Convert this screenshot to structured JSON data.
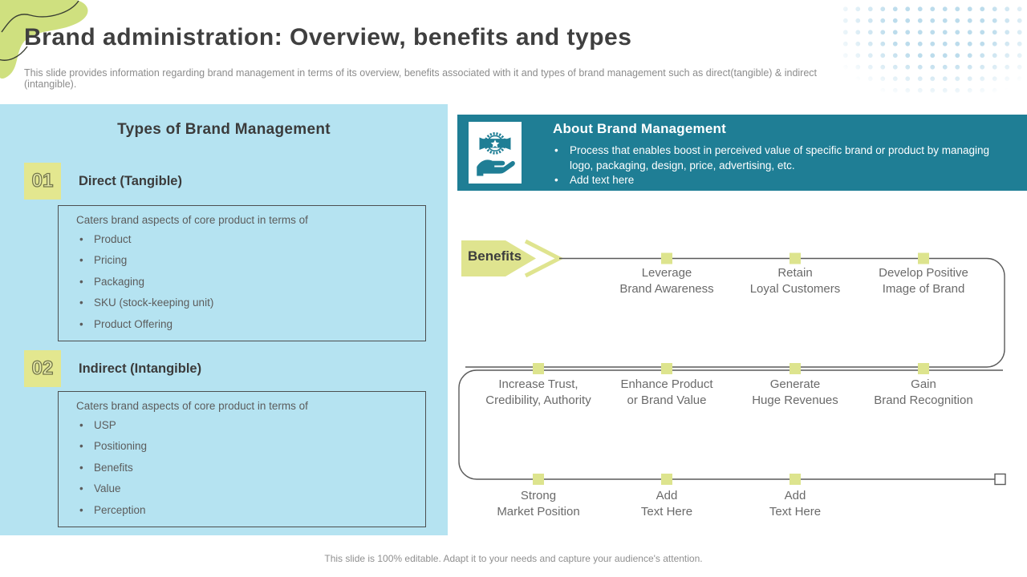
{
  "slide": {
    "title": "Brand administration: Overview, benefits and types",
    "subtitle": "This slide provides information regarding brand management in terms of its overview, benefits associated with it and types of brand management such as direct(tangible) & indirect (intangible).",
    "footer": "This slide is 100% editable. Adapt it to your needs and capture your audience's attention."
  },
  "types_panel": {
    "title": "Types of Brand Management",
    "sections": [
      {
        "number": "01",
        "heading": "Direct (Tangible)",
        "lead": "Caters brand aspects of core product in terms of",
        "items": [
          "Product",
          "Pricing",
          "Packaging",
          "SKU (stock-keeping unit)",
          "Product Offering"
        ]
      },
      {
        "number": "02",
        "heading": "Indirect (Intangible)",
        "lead": "Caters brand aspects of core product in terms of",
        "items": [
          "USP",
          "Positioning",
          "Benefits",
          "Value",
          "Perception"
        ]
      }
    ]
  },
  "about": {
    "title": "About Brand Management",
    "icon": "award-in-hand-icon",
    "bullets": [
      "Process that enables boost in perceived value of specific brand or product by managing logo, packaging, design, price, advertising, etc.",
      "Add text here"
    ]
  },
  "benefits": {
    "label": "Benefits",
    "row1": [
      "Leverage\nBrand Awareness",
      "Retain\nLoyal Customers",
      "Develop Positive\nImage of Brand"
    ],
    "row2": [
      "Increase Trust,\nCredibility, Authority",
      "Enhance Product\nor Brand Value",
      "Generate\nHuge Revenues",
      "Gain\nBrand Recognition"
    ],
    "row3": [
      "Strong\nMarket Position",
      "Add\nText Here",
      "Add\nText Here"
    ]
  },
  "colors": {
    "panel_blue": "#b5e3f1",
    "teal": "#1f7e95",
    "accent_yellow": "#dfe48f",
    "title_text": "#3f3f3f",
    "body_text": "#5c5c5c"
  }
}
